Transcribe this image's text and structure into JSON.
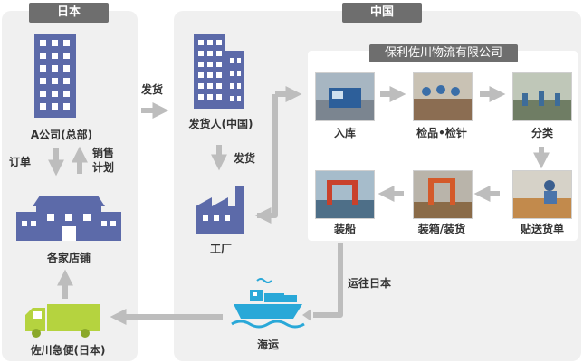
{
  "regions": {
    "japan": "日本",
    "china": "中国"
  },
  "company": {
    "title": "保利佐川物流有限公司"
  },
  "japan": {
    "hq": "A公司(总部)",
    "order": "订单",
    "sales_plan_1": "销售",
    "sales_plan_2": "计划",
    "stores": "各家店铺",
    "courier": "佐川急便(日本)"
  },
  "china": {
    "ship_top": "发货",
    "shipper": "发货人(中国)",
    "ship_down": "发货",
    "factory": "工厂",
    "inbound": "入库",
    "inspect": "检品•检针",
    "sort": "分类",
    "label": "贴送货单",
    "pack": "装箱/装货",
    "load": "装船",
    "to_japan": "运往日本",
    "sea": "海运"
  },
  "colors": {
    "building": "#5c6aa9",
    "truck": "#b5d33f",
    "ship": "#29a8d8",
    "arrow": "#bdbdbd",
    "panel": "#f0f0f0",
    "tag": "#6e6e6e"
  }
}
